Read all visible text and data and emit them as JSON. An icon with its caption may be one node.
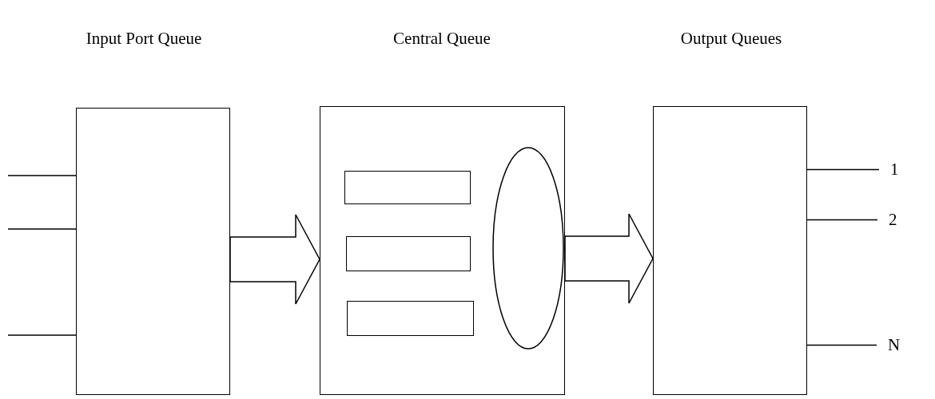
{
  "diagram": {
    "nodes": [
      {
        "text": [
          "Input Port Queue"
        ]
      },
      {
        "text": [
          "Central Queue"
        ]
      },
      {
        "text": [],
        "shape": "box",
        "in": 1
      },
      {
        "text": [],
        "shape": "box",
        "in": 1
      },
      {
        "text": [],
        "shape": "box",
        "in": 1
      },
      {
        "text": [],
        "shape": "ellipse",
        "in": 1
      },
      {
        "text": [
          "Output Queues"
        ]
      },
      {
        "text": [
          "1"
        ]
      },
      {
        "text": [
          "2"
        ]
      },
      {
        "text": [
          "N"
        ]
      }
    ],
    "edges": [
      {
        "from": null,
        "to": 0,
        "arrow": "none"
      },
      {
        "from": null,
        "to": 0,
        "arrow": "none"
      },
      {
        "from": null,
        "to": 0,
        "arrow": "none"
      },
      {
        "from": 0,
        "to": 1,
        "arrow": "to",
        "style": "thick"
      },
      {
        "from": 1,
        "to": 6,
        "arrow": "to",
        "style": "thick"
      },
      {
        "from": 6,
        "to": 7,
        "arrow": "none"
      },
      {
        "from": 6,
        "to": 8,
        "arrow": "none"
      },
      {
        "from": 6,
        "to": 9,
        "arrow": "none"
      }
    ]
  }
}
